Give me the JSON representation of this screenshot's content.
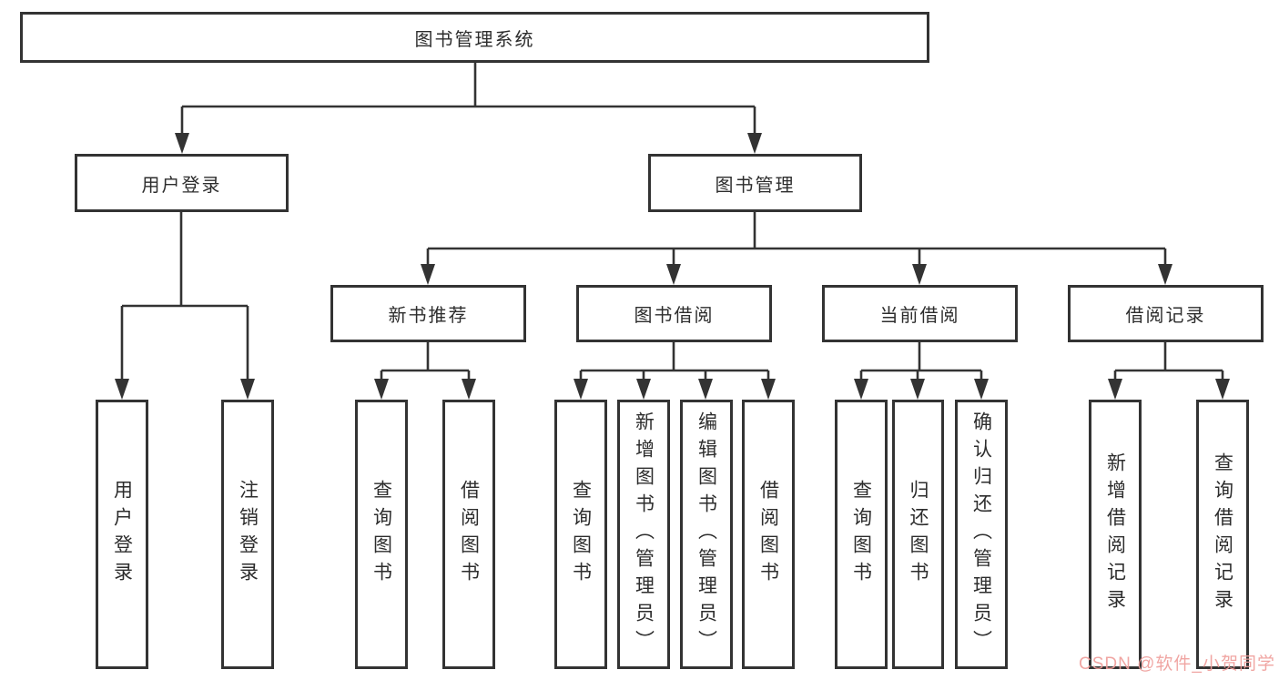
{
  "diagram": {
    "root": {
      "label": "图书管理系统"
    },
    "level2": [
      {
        "label": "用户登录",
        "parent": "图书管理系统"
      },
      {
        "label": "图书管理",
        "parent": "图书管理系统"
      }
    ],
    "level3": [
      {
        "label": "新书推荐",
        "parent": "图书管理"
      },
      {
        "label": "图书借阅",
        "parent": "图书管理"
      },
      {
        "label": "当前借阅",
        "parent": "图书管理"
      },
      {
        "label": "借阅记录",
        "parent": "图书管理"
      }
    ],
    "leaves": [
      {
        "label": "用户登录",
        "parent": "用户登录"
      },
      {
        "label": "注销登录",
        "parent": "用户登录"
      },
      {
        "label": "查询图书",
        "parent": "新书推荐"
      },
      {
        "label": "借阅图书",
        "parent": "新书推荐"
      },
      {
        "label": "查询图书",
        "parent": "图书借阅"
      },
      {
        "label": "新增图书（管理员）",
        "parent": "图书借阅"
      },
      {
        "label": "编辑图书（管理员）",
        "parent": "图书借阅"
      },
      {
        "label": "借阅图书",
        "parent": "图书借阅"
      },
      {
        "label": "查询图书",
        "parent": "当前借阅"
      },
      {
        "label": "归还图书",
        "parent": "当前借阅"
      },
      {
        "label": "确认归还（管理员）",
        "parent": "当前借阅"
      },
      {
        "label": "新增借阅记录",
        "parent": "借阅记录"
      },
      {
        "label": "查询借阅记录",
        "parent": "借阅记录"
      }
    ],
    "colors": {
      "line": "#333333",
      "box_border": "#333333",
      "box_fill": "#ffffff",
      "text": "#2d2d2d",
      "watermark": "#ef9e9b"
    }
  },
  "watermark": {
    "text": "CSDN @软件_小贺同学"
  }
}
